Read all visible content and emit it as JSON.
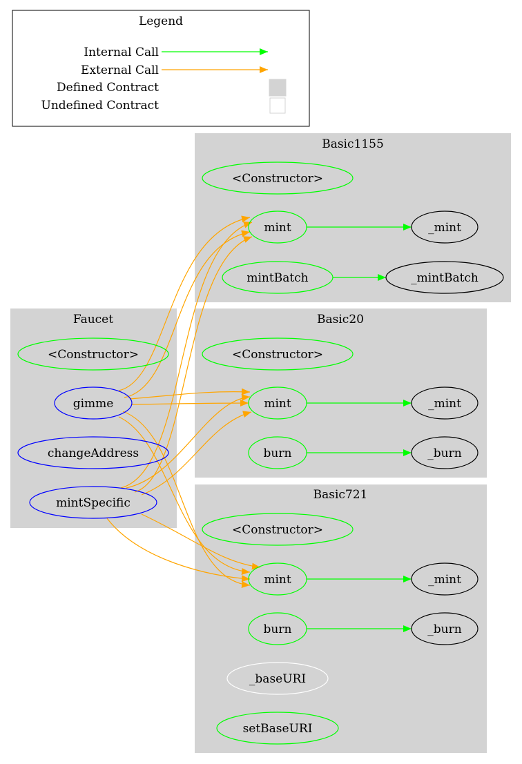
{
  "legend": {
    "title": "Legend",
    "items": [
      {
        "label": "Internal Call",
        "kind": "edge",
        "color": "#00ff00"
      },
      {
        "label": "External Call",
        "kind": "edge",
        "color": "#ffa500"
      },
      {
        "label": "Defined Contract",
        "kind": "box",
        "fill": "#d3d3d3",
        "stroke": "#d3d3d3"
      },
      {
        "label": "Undefined Contract",
        "kind": "box",
        "fill": "#ffffff",
        "stroke": "#d3d3d3"
      }
    ]
  },
  "colors": {
    "cluster_fill": "#d3d3d3",
    "internal": "#00ff00",
    "external": "#ffa500",
    "defined_fn": "#0000ff",
    "undefined_fn": "#ffffff",
    "plain": "#000000"
  },
  "contracts": [
    {
      "id": "basic1155",
      "name": "Basic1155"
    },
    {
      "id": "faucet",
      "name": "Faucet"
    },
    {
      "id": "basic20",
      "name": "Basic20"
    },
    {
      "id": "basic721",
      "name": "Basic721"
    }
  ],
  "functions": [
    {
      "id": "b1155_ctor",
      "contract": "basic1155",
      "label": "<Constructor>",
      "color": "#00ff00"
    },
    {
      "id": "b1155_mint",
      "contract": "basic1155",
      "label": "mint",
      "color": "#00ff00"
    },
    {
      "id": "b1155__mint",
      "contract": "basic1155",
      "label": "_mint",
      "color": "#000000"
    },
    {
      "id": "b1155_mintBatch",
      "contract": "basic1155",
      "label": "mintBatch",
      "color": "#00ff00"
    },
    {
      "id": "b1155__mintBatch",
      "contract": "basic1155",
      "label": "_mintBatch",
      "color": "#000000"
    },
    {
      "id": "f_ctor",
      "contract": "faucet",
      "label": "<Constructor>",
      "color": "#00ff00"
    },
    {
      "id": "f_gimme",
      "contract": "faucet",
      "label": "gimme",
      "color": "#0000ff"
    },
    {
      "id": "f_changeAddress",
      "contract": "faucet",
      "label": "changeAddress",
      "color": "#0000ff"
    },
    {
      "id": "f_mintSpecific",
      "contract": "faucet",
      "label": "mintSpecific",
      "color": "#0000ff"
    },
    {
      "id": "b20_ctor",
      "contract": "basic20",
      "label": "<Constructor>",
      "color": "#00ff00"
    },
    {
      "id": "b20_mint",
      "contract": "basic20",
      "label": "mint",
      "color": "#00ff00"
    },
    {
      "id": "b20__mint",
      "contract": "basic20",
      "label": "_mint",
      "color": "#000000"
    },
    {
      "id": "b20_burn",
      "contract": "basic20",
      "label": "burn",
      "color": "#00ff00"
    },
    {
      "id": "b20__burn",
      "contract": "basic20",
      "label": "_burn",
      "color": "#000000"
    },
    {
      "id": "b721_ctor",
      "contract": "basic721",
      "label": "<Constructor>",
      "color": "#00ff00"
    },
    {
      "id": "b721_mint",
      "contract": "basic721",
      "label": "mint",
      "color": "#00ff00"
    },
    {
      "id": "b721__mint",
      "contract": "basic721",
      "label": "_mint",
      "color": "#000000"
    },
    {
      "id": "b721_burn",
      "contract": "basic721",
      "label": "burn",
      "color": "#00ff00"
    },
    {
      "id": "b721__burn",
      "contract": "basic721",
      "label": "_burn",
      "color": "#000000"
    },
    {
      "id": "b721__baseURI",
      "contract": "basic721",
      "label": "_baseURI",
      "color": "#ffffff"
    },
    {
      "id": "b721_setBaseURI",
      "contract": "basic721",
      "label": "setBaseURI",
      "color": "#00ff00"
    }
  ],
  "internal_calls": [
    {
      "from": "b1155_mint",
      "to": "b1155__mint"
    },
    {
      "from": "b1155_mintBatch",
      "to": "b1155__mintBatch"
    },
    {
      "from": "b20_mint",
      "to": "b20__mint"
    },
    {
      "from": "b20_burn",
      "to": "b20__burn"
    },
    {
      "from": "b721_mint",
      "to": "b721__mint"
    },
    {
      "from": "b721_burn",
      "to": "b721__burn"
    }
  ],
  "external_calls": [
    {
      "from": "f_gimme",
      "to": "b1155_mint"
    },
    {
      "from": "f_gimme",
      "to": "b1155_mint"
    },
    {
      "from": "f_gimme",
      "to": "b20_mint"
    },
    {
      "from": "f_gimme",
      "to": "b20_mint"
    },
    {
      "from": "f_gimme",
      "to": "b721_mint"
    },
    {
      "from": "f_gimme",
      "to": "b721_mint"
    },
    {
      "from": "f_mintSpecific",
      "to": "b1155_mint"
    },
    {
      "from": "f_mintSpecific",
      "to": "b1155_mint"
    },
    {
      "from": "f_mintSpecific",
      "to": "b20_mint"
    },
    {
      "from": "f_mintSpecific",
      "to": "b20_mint"
    },
    {
      "from": "f_mintSpecific",
      "to": "b721_mint"
    },
    {
      "from": "f_mintSpecific",
      "to": "b721_mint"
    }
  ]
}
